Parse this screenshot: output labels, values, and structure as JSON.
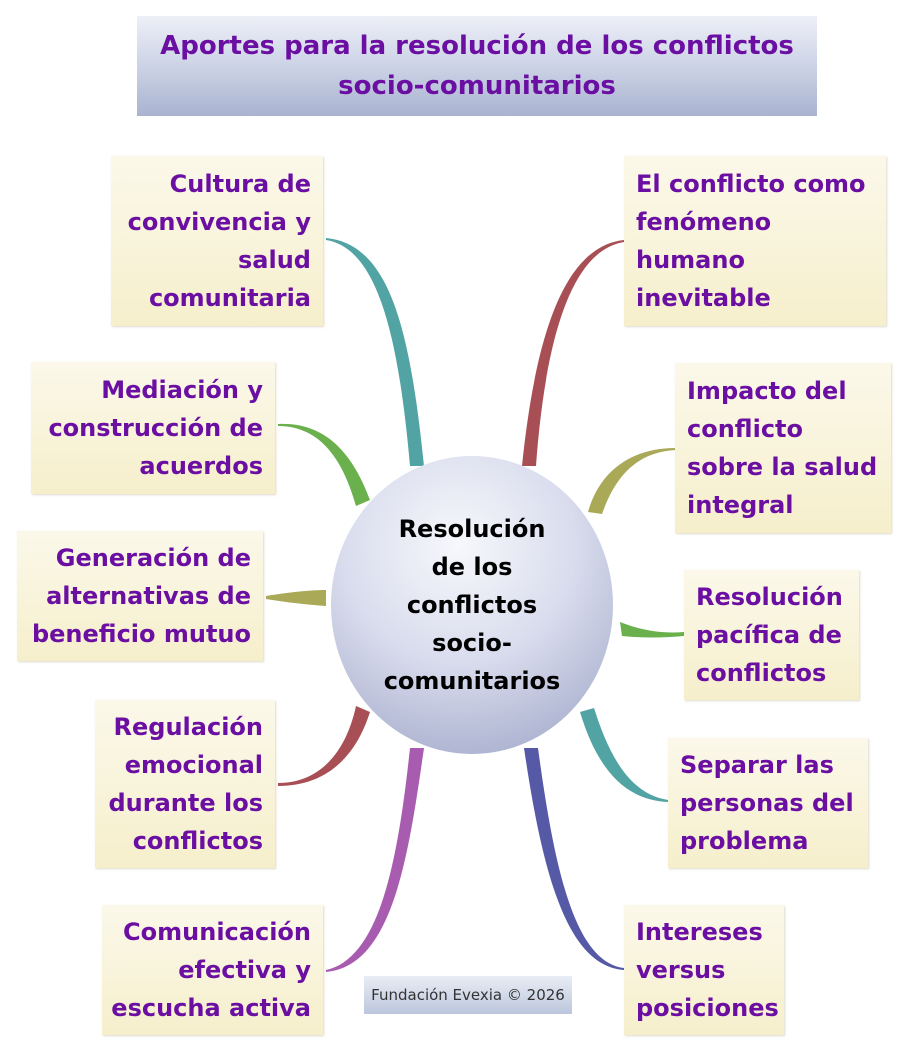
{
  "title": {
    "line1": "Aportes para la resolución de los conflictos",
    "line2": "socio-comunitarios"
  },
  "hub": {
    "lines": [
      "Resolución",
      "de los",
      "conflictos",
      "socio-",
      "comunitarios"
    ]
  },
  "nodes_left": [
    {
      "lines": [
        "Cultura de",
        "convivencia y",
        "salud ",
        "comunitaria"
      ]
    },
    {
      "lines": [
        "Mediación y",
        "construcción de",
        "acuerdos"
      ]
    },
    {
      "lines": [
        "Generación de",
        "alternativas de",
        "beneficio mutuo"
      ]
    },
    {
      "lines": [
        "Regulación",
        "emocional",
        "durante los",
        "conflictos"
      ]
    },
    {
      "lines": [
        "Comunicación",
        "efectiva y",
        "escucha activa"
      ]
    }
  ],
  "nodes_right": [
    {
      "lines": [
        "El conflicto como",
        "fenómeno",
        "humano",
        "inevitable"
      ]
    },
    {
      "lines": [
        "Impacto del",
        "conflicto",
        "sobre la salud",
        "integral"
      ]
    },
    {
      "lines": [
        "Resolución",
        "pacífica de",
        "conflictos"
      ]
    },
    {
      "lines": [
        "Separar las",
        "personas del",
        "problema"
      ]
    },
    {
      "lines": [
        "Intereses",
        "versus",
        "posiciones"
      ]
    }
  ],
  "footer": {
    "credit": "Fundación Evexia © 2026"
  },
  "colors": {
    "title_text": "#6b0fa3",
    "node_text": "#6b0fa3",
    "hub_text": "#000000",
    "connector_teal": "#52a3a3",
    "connector_green": "#6ab04c",
    "connector_olive": "#a9a957",
    "connector_red": "#a84f55",
    "connector_purple": "#a85cb0",
    "connector_blue": "#5659a6"
  }
}
